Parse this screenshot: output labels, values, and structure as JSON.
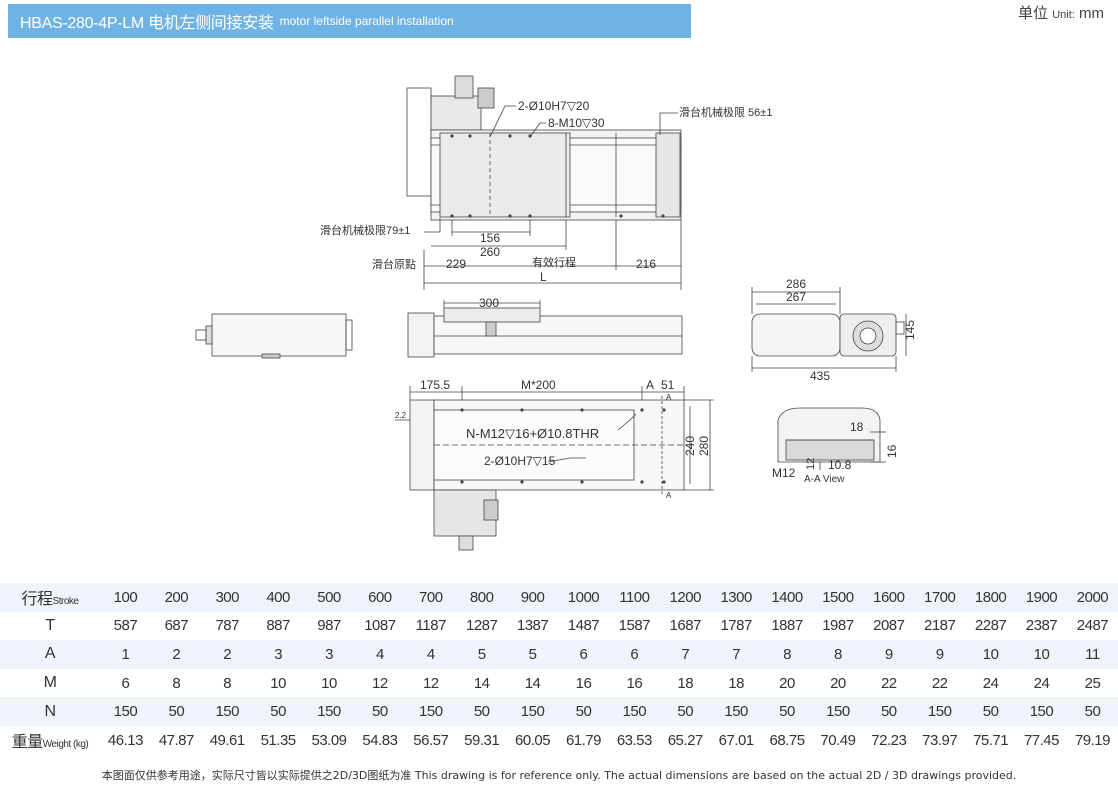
{
  "header": {
    "model": "HBAS-280-4P-LM 电机左侧间接安装",
    "subtitle": "motor leftside parallel installation",
    "unit_label": "单位",
    "unit_value_prefix": "Unit:",
    "unit_value": "mm"
  },
  "top_view": {
    "hole_note_1": "2-Ø10H7▽20",
    "hole_note_2": "8-M10▽30",
    "limit_right": "滑台机械极限 56±1",
    "limit_left": "滑台机械极限79±1",
    "dim_156": "156",
    "dim_260": "260",
    "origin_label": "滑台原點",
    "dim_229": "229",
    "stroke_label": "有效行程",
    "dim_216": "216",
    "dim_L": "L"
  },
  "side_view": {
    "dim_300": "300"
  },
  "end_view": {
    "dim_286": "286",
    "dim_267": "267",
    "dim_145": "145",
    "dim_435": "435"
  },
  "bottom_view": {
    "dim_175_5": "175.5",
    "dim_m200": "M*200",
    "dim_a": "A",
    "dim_51": "51",
    "dim_2_2": "2.2",
    "hole_note_1": "N-M12▽16+Ø10.8THR",
    "hole_note_2": "2-Ø10H7▽15",
    "dim_240": "240",
    "dim_280": "280",
    "section_A": "A"
  },
  "section_view": {
    "dim_18": "18",
    "dim_16": "16",
    "dim_m12": "M12",
    "dim_12": "12",
    "dim_10_8": "10.8",
    "label": "A-A View"
  },
  "table": {
    "rows": [
      {
        "label": "行程",
        "label_en": "Stroke",
        "values": [
          "100",
          "200",
          "300",
          "400",
          "500",
          "600",
          "700",
          "800",
          "900",
          "1000",
          "1100",
          "1200",
          "1300",
          "1400",
          "1500",
          "1600",
          "1700",
          "1800",
          "1900",
          "2000"
        ]
      },
      {
        "label": "T",
        "label_en": "",
        "values": [
          "587",
          "687",
          "787",
          "887",
          "987",
          "1087",
          "1187",
          "1287",
          "1387",
          "1487",
          "1587",
          "1687",
          "1787",
          "1887",
          "1987",
          "2087",
          "2187",
          "2287",
          "2387",
          "2487"
        ]
      },
      {
        "label": "A",
        "label_en": "",
        "values": [
          "1",
          "2",
          "2",
          "3",
          "3",
          "4",
          "4",
          "5",
          "5",
          "6",
          "6",
          "7",
          "7",
          "8",
          "8",
          "9",
          "9",
          "10",
          "10",
          "11"
        ]
      },
      {
        "label": "M",
        "label_en": "",
        "values": [
          "6",
          "8",
          "8",
          "10",
          "10",
          "12",
          "12",
          "14",
          "14",
          "16",
          "16",
          "18",
          "18",
          "20",
          "20",
          "22",
          "22",
          "24",
          "24",
          "25"
        ]
      },
      {
        "label": "N",
        "label_en": "",
        "values": [
          "150",
          "50",
          "150",
          "50",
          "150",
          "50",
          "150",
          "50",
          "150",
          "50",
          "150",
          "50",
          "150",
          "50",
          "150",
          "50",
          "150",
          "50",
          "150",
          "50"
        ]
      },
      {
        "label": "重量",
        "label_en": "Weight (kg)",
        "values": [
          "46.13",
          "47.87",
          "49.61",
          "51.35",
          "53.09",
          "54.83",
          "56.57",
          "59.31",
          "60.05",
          "61.79",
          "63.53",
          "65.27",
          "67.01",
          "68.75",
          "70.49",
          "72.23",
          "73.97",
          "75.71",
          "77.45",
          "79.19"
        ]
      }
    ]
  },
  "footnote": "本图面仅供参考用途，实际尺寸皆以实际提供之2D/3D图纸为准 This drawing is for reference only. The actual dimensions are based on the actual 2D / 3D drawings provided."
}
